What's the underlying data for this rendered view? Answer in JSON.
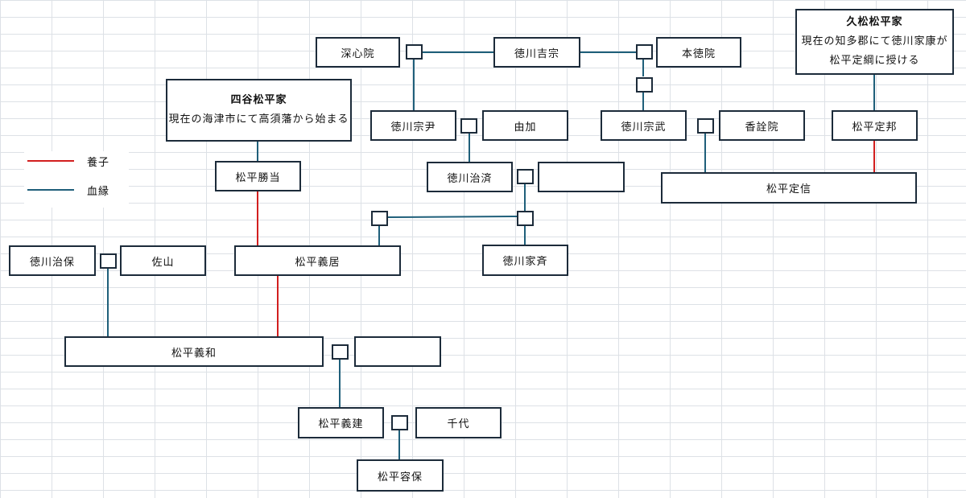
{
  "colors": {
    "adoption": "#d21f1f",
    "blood": "#1f5f7a",
    "border": "#1c2b3a"
  },
  "legend": {
    "adoption_label": "養子",
    "blood_label": "血縁"
  },
  "houses": {
    "yotsuya": {
      "title": "四谷松平家",
      "desc": "現在の海津市にて高須藩から始まる"
    },
    "hisamatsu": {
      "title": "久松松平家",
      "desc1": "現在の知多郡にて徳川家康が",
      "desc2": "松平定綱に授ける"
    }
  },
  "people": {
    "shinshinin": "深心院",
    "yoshimune": "徳川吉宗",
    "hontokuin": "本徳院",
    "munetada": "徳川宗尹",
    "yuka": "由加",
    "munetake": "徳川宗武",
    "kosenin": "香詮院",
    "sadakuni": "松平定邦",
    "katsumasa": "松平勝当",
    "harusada": "徳川治済",
    "harusada_spouse": "",
    "sadanobu": "松平定信",
    "haruyasu": "徳川治保",
    "sayama": "佐山",
    "yoshisue": "松平義居",
    "ienari": "徳川家斉",
    "yoshikazu": "松平義和",
    "yoshikazu_spouse": "",
    "yoshitatsu": "松平義建",
    "chiyo": "千代",
    "katamori": "松平容保"
  }
}
